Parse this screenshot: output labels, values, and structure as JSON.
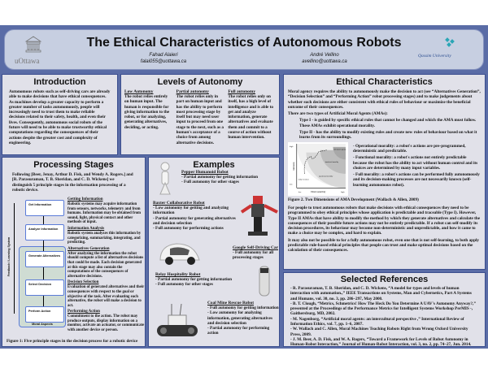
{
  "header": {
    "title": "The Ethical Characteristics of Autonomous Robots",
    "authors": [
      {
        "name": "Fahad Alaieri",
        "email": "falai055@uottawa.ca"
      },
      {
        "name": "André Vellino",
        "email": "avellino@uottawa.ca"
      }
    ],
    "logo_left": "uOttawa",
    "logo_right": "Qassim University"
  },
  "intro": {
    "heading": "Introduction",
    "text": "Autonomous robots such as self-driving cars are already able to make decisions that have ethical consequences. As machines develop a greater capacity to perform a greater number of tasks autonomously, people will increasingly need to trust them to make reliable decisions related to their safety, health, and even their lives. Consequently, autonomous social robots of the future will need to be able to make trustworthy ethical computations regarding the consequences of their actions despite the greater cost and complexity of engineering."
  },
  "levels": {
    "heading": "Levels of Autonomy",
    "cols": [
      {
        "title": "Low Autonomy",
        "text": "The robot relies entirely on human input. The human is responsible for giving information to the robot, or for analyzing, generating alternatives, deciding, or acting."
      },
      {
        "title": "Partial autonomy",
        "text": "The robot relies only in part on human input and has the ability to perform most processing stage by itself but may need user input to proceed from one stage to the next, such as a human's acceptance of a choice from among alternative decisions."
      },
      {
        "title": "Full autonomy",
        "text": "The robot relies only on itself, has a high level of intelligence and is able to get and analyze information, generate alternatives and evaluate them and commit to a course of action without human intervention."
      }
    ]
  },
  "processing": {
    "heading": "Processing Stages",
    "intro": "Following [Beer, Jenay, Arthur D. Fisk, and Wendy A. Rogers.] and [R. Parasuraman, T. B. Sheridan, and C. D. Wickens] we distinguish 5 principle stages in the information processing of a robotic device.",
    "boxes": [
      "Get Information",
      "Analyze Information",
      "Generate Alternatives",
      "Select Decision",
      "Perform Action"
    ],
    "moral_label": "Moral Aspects",
    "feedback_label": "Feedback / Learning System",
    "stages": [
      {
        "title": "Getting Information",
        "text": "Robotic systems may acquire information from sensors, networks, telemetry and from humans. Information may be obtained from sound, light, physical contact and other methods of input."
      },
      {
        "title": "Information Analysis",
        "text": "Robotic system analyzes this information by categorizing, summarizing, integrating, and predicting."
      },
      {
        "title": "Alternatives Generation",
        "text": "After analyzing the information the robot should compute a list of alternatives decisions that could be made. Each decision generated at this stage may also contain the computations of the consequences of alternative decisions."
      },
      {
        "title": "Decision Selection",
        "text": "Evaluation of generated alternatives and their consequences with respect to the goal or objective of the task. After evaluating each alternative, the robot will make a decision to act."
      },
      {
        "title": "Performing Action",
        "text": "Commitment to the action. The robot may produce outputs, display information on a monitor, activate an actuator, or communicate with another device or person."
      }
    ],
    "caption": "Figure 1: Five principle stages in the decision process for a robotic device"
  },
  "examples": {
    "heading": "Examples",
    "items": [
      {
        "title": "Pepper Humanoid Robot",
        "lines": [
          "- Partial autonomy for getting information",
          "- Full autonomy for other stages"
        ]
      },
      {
        "title": "Baxter Collaborative Robot",
        "lines": [
          "- Low autonomy for getting and analyzing information",
          "- Partial autonomy for generating alternatives and decision selection",
          "- Full autonomy for performing actions"
        ]
      },
      {
        "title": "Google Self-Driving Car",
        "lines": [
          "- Full autonomy for all processing stages"
        ]
      },
      {
        "title": "Relay Hospitality Robot",
        "lines": [
          "- Partial autonomy for getting information",
          "- Full autonomy for other stages"
        ]
      },
      {
        "title": "Coal Mine Rescue Robot",
        "lines": [
          "- Full autonomy for getting information",
          "- Low autonomy for analyzing information, generating alternatives and decision selection",
          "- Partial autonomy for performing action"
        ]
      }
    ]
  },
  "ethical": {
    "heading": "Ethical Characteristics",
    "p1": "Moral agency requires the ability to autonomously make the decision to act (see “Alternatives Generation”, “Decision Selection” and “Performing Action” robot processing stages) and to make judgements about whether such decisions are either consistent with ethical rules of behaviour or maximize the beneficial outcome of their consequences.",
    "p2": "There are two types of Artificial Moral Agents (AMAs):",
    "type1": "Type I - is guided by specific ethical rules that cannot be changed and which the AMA must follow. These AMAs exhibit operational morality.",
    "type2": "Type II - has the ability to modify existing rules and create new rules of behaviour based on what it learns from its surroundings.",
    "bullets": [
      "- Operational morality: a robot's actions are pre-programmed, deterministic and predictable.",
      "- Functional morality: a robot's actions not entirely predictable because the robot has the ability to act without human control and its choices are determined by many input variables.",
      "- Full morality: a robot's actions can be performed fully autonomously and its decision-making processes are not necessarily known (self-learning autonomous robot)."
    ],
    "figure": {
      "y_label": "Autonomy",
      "x_label": "Ethical sensitivity",
      "high": "high",
      "low": "low",
      "regions": [
        "full moral agency",
        "functional morality",
        "operational morality"
      ],
      "point": "today's toolsets"
    },
    "caption": "Figure 2. Two Dimensions of AMA Development (Wallach & Allen, 2009)",
    "p3": "For people to trust autonomous robots that make decisions with ethical consequences they need to be programmed to obey ethical principles whose application is predictable and traceable (Type I). However, Type II AMAs that have ability to modify the method by which they generate alternatives and calculate the consequences of their possible future actions may not be entirely predictable. If a robot can self-modify its decision procedures, its behaviour may become non-deterministic and unpredictable, and how it came to make a choice may be complex, and hard to explain.",
    "p4": "It may also not be possible to for a fully autonomous robot, even one that is not self-learning, to both apply predictable rule-based ethical principles that people can trust and make optimal decisions based on the calculation of their consequences."
  },
  "references": {
    "heading": "Selected References",
    "items": [
      "- R. Parasuraman, T. B. Sheridan, and C. D. Wickens, “A model for types and levels of human interaction with automation.,” IEEE Transactions on Systems, Man and Cybernetics, Part A Systems and Humans, vol. 30, no. 3, pp. 286–297, May 2000.",
      "- B. T. Clough, “Metrics, Schmetrics! How The Heck Do You Determine A UAV's Autonomy Anyway?,” presented at the Proceedings of the Performance Metrics for Intelligent Systems Workshop PerMIS -, Gaithersburg, MD, 2002.",
      "- M. Nagenborg, “Artificial moral agents: an intercultural perspective ,” International Review of Information Ethics, vol. 7, pp. 1–6, 2007.",
      "- W. Wallach and C. Allen, Moral Machines Teaching Robots Right from Wrong Oxford University Press, 2009.",
      "- J. M. Beer, A. D. Fisk, and W. A. Rogers, “Toward a Framework for Levels of Robot Autonomy in Human-Robot Interaction,” Journal of Human-Robot Interaction, vol. 3, no. 2, pp. 74–27, Jun. 2014."
    ]
  }
}
